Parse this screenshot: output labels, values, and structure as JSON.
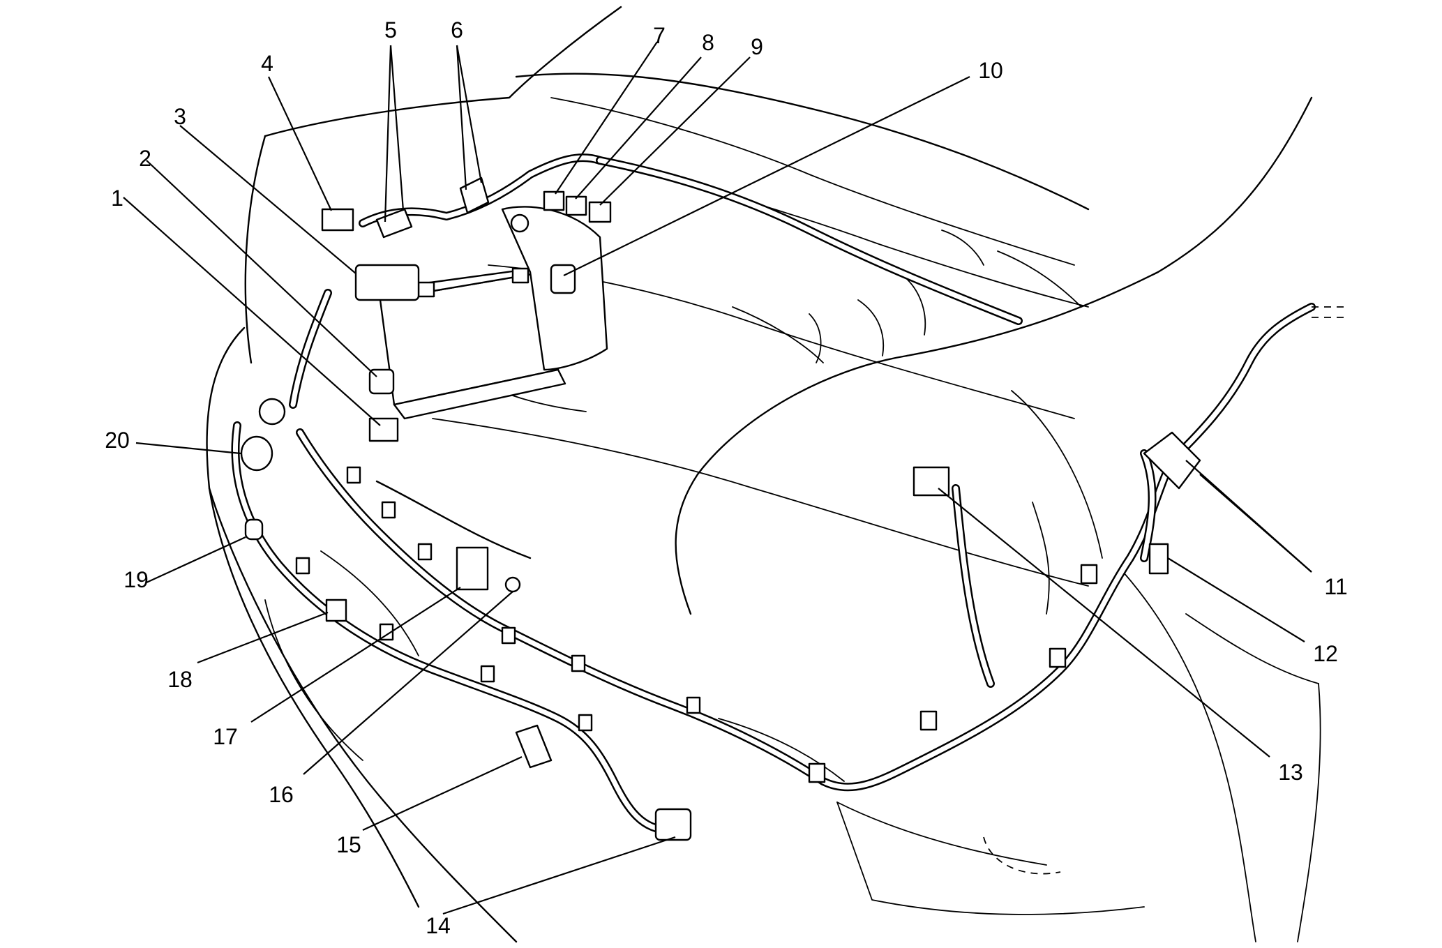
{
  "diagram": {
    "callouts": [
      {
        "id": 1,
        "label": "1"
      },
      {
        "id": 2,
        "label": "2"
      },
      {
        "id": 3,
        "label": "3"
      },
      {
        "id": 4,
        "label": "4"
      },
      {
        "id": 5,
        "label": "5"
      },
      {
        "id": 6,
        "label": "6"
      },
      {
        "id": 7,
        "label": "7"
      },
      {
        "id": 8,
        "label": "8"
      },
      {
        "id": 9,
        "label": "9"
      },
      {
        "id": 10,
        "label": "10"
      },
      {
        "id": 11,
        "label": "11"
      },
      {
        "id": 12,
        "label": "12"
      },
      {
        "id": 13,
        "label": "13"
      },
      {
        "id": 14,
        "label": "14"
      },
      {
        "id": 15,
        "label": "15"
      },
      {
        "id": 16,
        "label": "16"
      },
      {
        "id": 17,
        "label": "17"
      },
      {
        "id": 18,
        "label": "18"
      },
      {
        "id": 19,
        "label": "19"
      },
      {
        "id": 20,
        "label": "20"
      }
    ]
  }
}
